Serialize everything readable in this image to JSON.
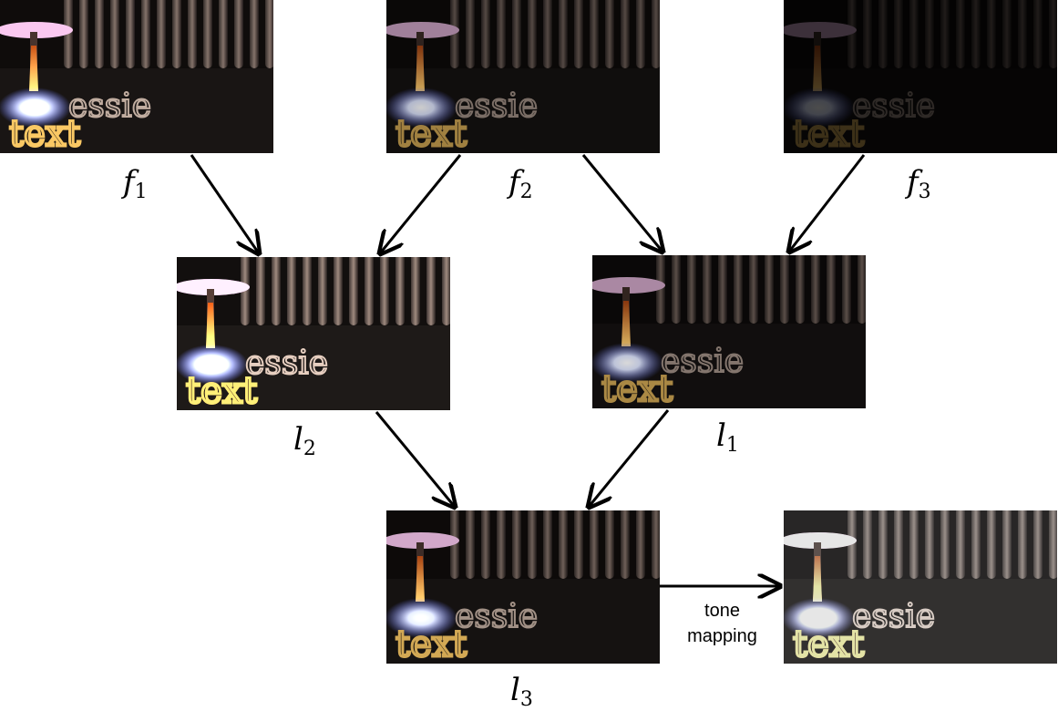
{
  "labels": {
    "f1": {
      "base": "f",
      "sub": "1"
    },
    "f2": {
      "base": "f",
      "sub": "2"
    },
    "f3": {
      "base": "f",
      "sub": "3"
    },
    "l1": {
      "base": "l",
      "sub": "1"
    },
    "l2": {
      "base": "l",
      "sub": "2"
    },
    "l3": {
      "base": "l",
      "sub": "3"
    }
  },
  "tone_mapping": {
    "line1": "tone",
    "line2": "mapping"
  },
  "edges": [
    [
      "f1",
      "l2"
    ],
    [
      "f2",
      "l2"
    ],
    [
      "f2",
      "l1"
    ],
    [
      "f3",
      "l1"
    ],
    [
      "l2",
      "l3"
    ],
    [
      "l1",
      "l3"
    ],
    [
      "l3",
      "tone-mapped"
    ]
  ]
}
